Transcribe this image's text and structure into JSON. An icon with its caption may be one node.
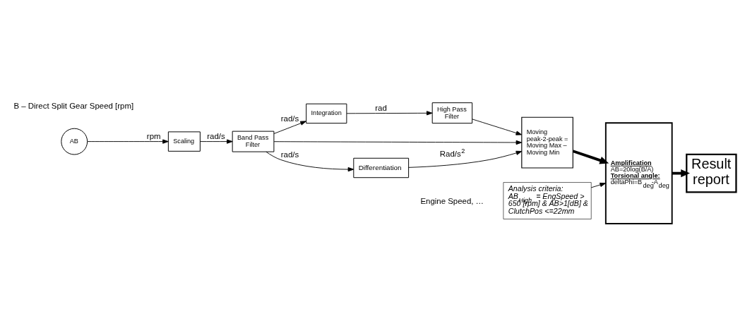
{
  "diagram": {
    "nodes": [
      {
        "text": [
          "AB"
        ]
      },
      {
        "text": [
          "Scaling"
        ]
      },
      {
        "text": [
          "Band Pass Filter"
        ]
      },
      {
        "text": [
          "Integration"
        ]
      },
      {
        "text": [
          "High Pass Filter"
        ]
      },
      {
        "text": [
          "Moving peak-2-peak = Moving Max – Moving Min"
        ]
      },
      {
        "text": [
          "Differentiation"
        ]
      },
      {
        "text": [
          "Analysis criteria:",
          "AB$_{High}$ = EngSpeed > 650 [rpm] & AB>1[dB] & ClutchPos <=22mm"
        ]
      },
      {
        "text": [
          "Amplification",
          "AB=20log(B/A)",
          "Torsional angle:",
          "deltaPhi=B$_{deg}$-A$_{deg}$"
        ]
      },
      {
        "text": [
          "Result report"
        ]
      }
    ],
    "edges": [
      {
        "from": 0,
        "to": 1,
        "arrow": "to",
        "label": "rpm"
      },
      {
        "from": 1,
        "to": 2,
        "arrow": "to",
        "label": "rad/s"
      },
      {
        "from": 2,
        "to": 3,
        "arrow": "to",
        "label": "rad/s"
      },
      {
        "from": 3,
        "to": 4,
        "arrow": "to",
        "label": "rad"
      },
      {
        "from": 2,
        "to": 5,
        "arrow": "to"
      },
      {
        "from": 2,
        "to": 6,
        "arrow": "to",
        "label": "rad/s"
      },
      {
        "from": 4,
        "to": 5,
        "arrow": "to"
      },
      {
        "from": 6,
        "to": 5,
        "arrow": "to",
        "label": "Rad/s$^{2}$"
      },
      {
        "from": 5,
        "to": 8,
        "arrow": "to",
        "style": "thick"
      },
      {
        "from": 7,
        "to": 8,
        "arrow": "to"
      },
      {
        "from": 8,
        "to": 9,
        "arrow": "to",
        "style": "thick"
      }
    ],
    "labels": [
      "B – Direct Split Gear Speed [rpm]",
      "Engine Speed, …"
    ]
  }
}
